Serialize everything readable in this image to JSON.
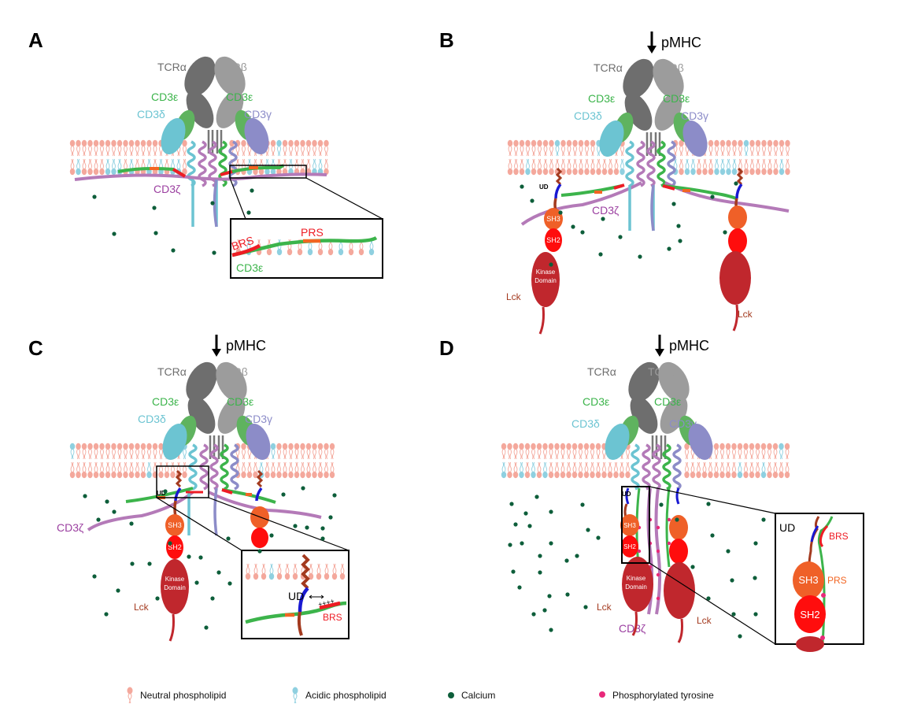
{
  "figure": {
    "panels": [
      {
        "letter": "A",
        "stimulus": null,
        "labels": {
          "tcr_alpha": "TCRα",
          "tcr_beta": "TCRβ",
          "cd3e_left": "CD3ε",
          "cd3e_right": "CD3ε",
          "cd3d": "CD3δ",
          "cd3g": "CD3γ",
          "cd3z": "CD3ζ"
        },
        "inset": {
          "brs": "BRS",
          "prs": "PRS",
          "cd3e": "CD3ε"
        }
      },
      {
        "letter": "B",
        "stimulus": "pMHC",
        "labels": {
          "tcr_alpha": "TCRα",
          "tcr_beta": "TCRβ",
          "cd3e_left": "CD3ε",
          "cd3e_right": "CD3ε",
          "cd3d": "CD3δ",
          "cd3g": "CD3γ",
          "cd3z": "CD3ζ",
          "ud": "UD",
          "sh3": "SH3",
          "sh2": "SH2",
          "kinase": [
            "Kinase",
            "Domain"
          ],
          "lck_left": "Lck",
          "lck_right": "Lck"
        }
      },
      {
        "letter": "C",
        "stimulus": "pMHC",
        "labels": {
          "tcr_alpha": "TCRα",
          "tcr_beta": "TCRβ",
          "cd3e_left": "CD3ε",
          "cd3e_right": "CD3ε",
          "cd3d": "CD3δ",
          "cd3g": "CD3γ",
          "cd3z": "CD3ζ",
          "ud": "UD",
          "sh3": "SH3",
          "sh2": "SH2",
          "kinase": [
            "Kinase",
            "Domain"
          ],
          "lck": "Lck"
        },
        "inset": {
          "ud": "UD",
          "brs": "BRS",
          "charges": "++++"
        }
      },
      {
        "letter": "D",
        "stimulus": "pMHC",
        "labels": {
          "tcr_alpha": "TCRα",
          "tcr_beta": "TCRβ",
          "cd3e_left": "CD3ε",
          "cd3e_right": "CD3ε",
          "cd3d": "CD3δ",
          "cd3g": "CD3γ",
          "cd3z": "CD3ζ",
          "ud": "UD",
          "sh3": "SH3",
          "sh2": "SH2",
          "kinase": [
            "Kinase",
            "Domain"
          ],
          "lck_left": "Lck",
          "lck_right": "Lck"
        },
        "inset": {
          "ud": "UD",
          "brs": "BRS",
          "sh3": "SH3",
          "prs": "PRS",
          "sh2": "SH2"
        }
      }
    ]
  },
  "colors": {
    "neutral_lipid": "#f4a89c",
    "acidic_lipid": "#8fd0e0",
    "calcium": "#0d5e3a",
    "phospho_tyrosine": "#e8297a",
    "tcr_alpha": "#6e6e6e",
    "tcr_beta": "#9c9c9c",
    "cd3e": "#5fb35f",
    "cd3d": "#6cc4d2",
    "cd3g": "#8c8cc8",
    "cd3z": "#b47ab8",
    "sh3": "#ef6028",
    "sh2": "#ff0d0d",
    "kinase": "#c0272d",
    "ud": "#1919d2",
    "brs": "#ee1c24",
    "prs": "#f26522",
    "lck_tail": "#a33a1f"
  },
  "legend": [
    {
      "icon": "neutral-phospholipid-icon",
      "label": "Neutral phospholipid"
    },
    {
      "icon": "acidic-phospholipid-icon",
      "label": "Acidic phospholipid"
    },
    {
      "icon": "calcium-icon",
      "label": "Calcium"
    },
    {
      "icon": "phosphorylated-tyrosine-icon",
      "label": "Phosphorylated tyrosine"
    }
  ]
}
